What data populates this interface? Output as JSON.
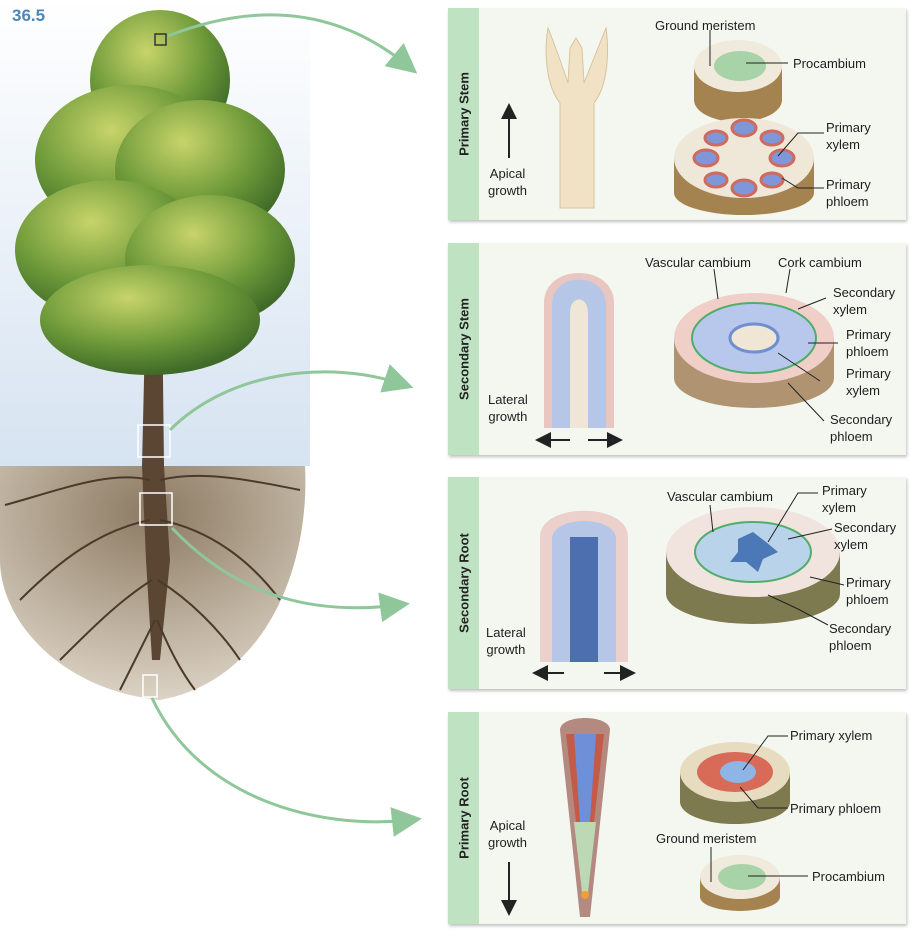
{
  "figure_number": "36.5",
  "panels": [
    {
      "title": "Primary Stem",
      "growth": "Apical\ngrowth",
      "labels": {
        "ground_meristem": "Ground meristem",
        "procambium": "Procambium",
        "primary_xylem": "Primary\nxylem",
        "primary_phloem": "Primary\nphloem"
      }
    },
    {
      "title": "Secondary Stem",
      "growth": "Lateral\ngrowth",
      "labels": {
        "vascular_cambium": "Vascular cambium",
        "cork_cambium": "Cork cambium",
        "secondary_xylem": "Secondary\nxylem",
        "primary_phloem": "Primary\nphloem",
        "primary_xylem": "Primary\nxylem",
        "secondary_phloem": "Secondary\nphloem"
      }
    },
    {
      "title": "Secondary Root",
      "growth": "Lateral\ngrowth",
      "labels": {
        "vascular_cambium": "Vascular cambium",
        "primary_xylem": "Primary\nxylem",
        "secondary_xylem": "Secondary\nxylem",
        "primary_phloem": "Primary\nphloem",
        "secondary_phloem": "Secondary\nphloem"
      }
    },
    {
      "title": "Primary Root",
      "growth": "Apical\ngrowth",
      "labels": {
        "primary_xylem": "Primary xylem",
        "primary_phloem": "Primary phloem",
        "ground_meristem": "Ground meristem",
        "procambium": "Procambium"
      }
    }
  ],
  "colors": {
    "accent": "#4d86b8",
    "strip": "#bfe2c2",
    "panel": "#f3f7ef",
    "arrow": "#8fc79a",
    "xylem": "#6f8fd0",
    "phloem": "#d0605a"
  }
}
